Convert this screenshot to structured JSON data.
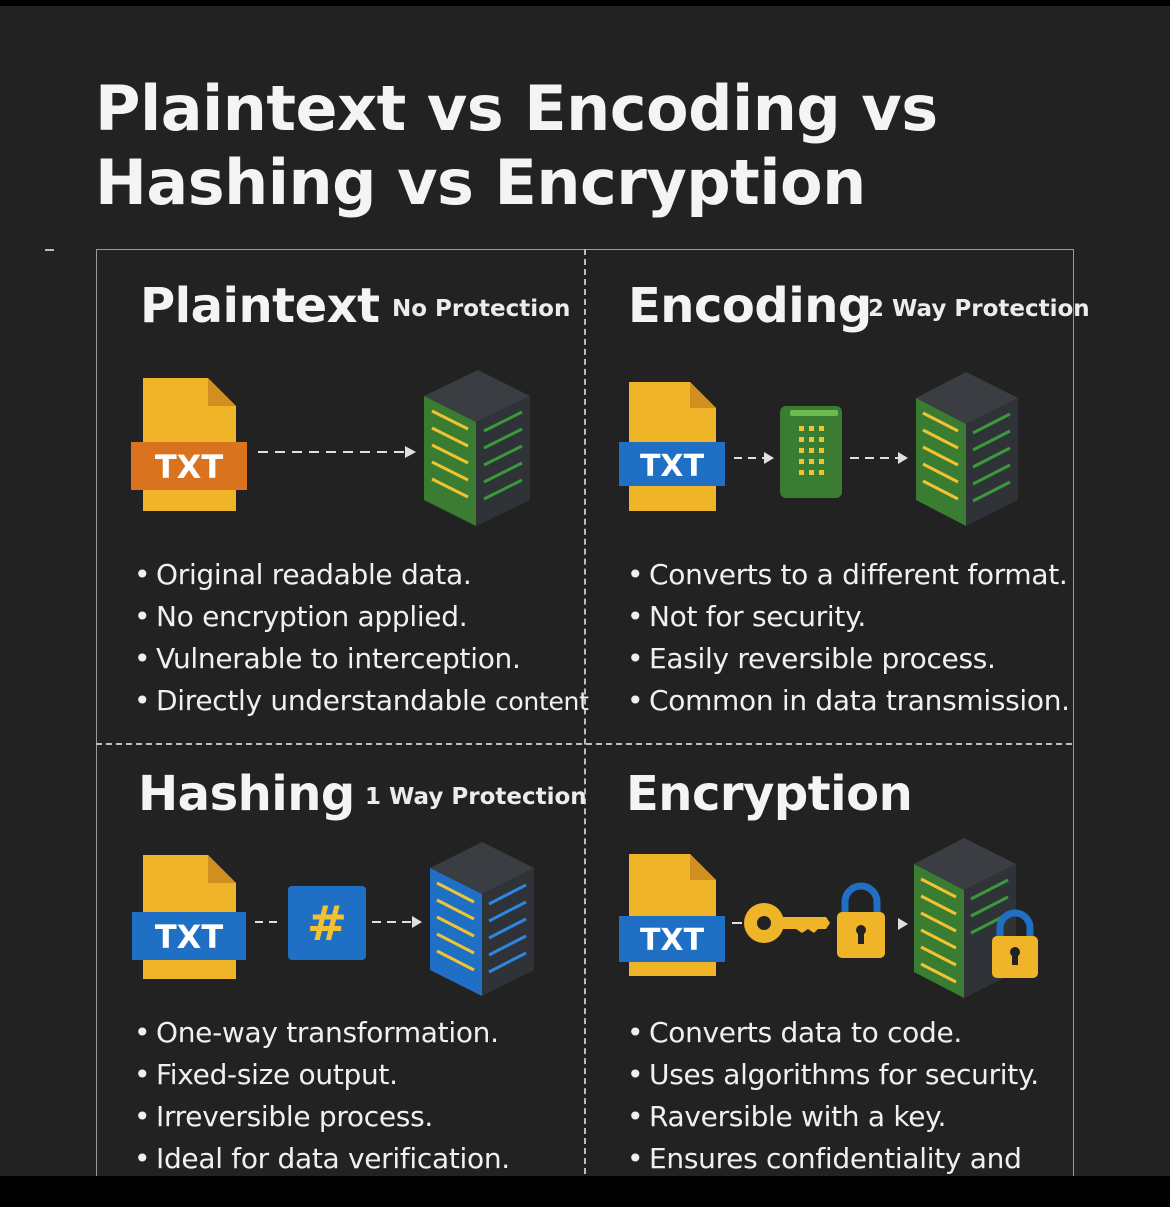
{
  "title": {
    "line1": "Plaintext vs Encoding vs",
    "line2": "Hashing vs Encryption"
  },
  "panels": [
    {
      "name": "Plaintext",
      "tag": "No Protection",
      "file_label": "TXT",
      "icons": [
        "txt-file-icon",
        "dashed-arrow-icon",
        "server-icon"
      ],
      "bullets": [
        "Original readable data.",
        "No encryption applied.",
        "Vulnerable to interception.",
        "Directly understandable "
      ],
      "bullet_tail": "content"
    },
    {
      "name": "Encoding",
      "tag": "2 Way Protection",
      "file_label": "TXT",
      "icons": [
        "txt-file-icon",
        "dashed-arrow-icon",
        "phone-icon",
        "dashed-arrow-icon",
        "server-icon"
      ],
      "bullets": [
        "Converts to a different format.",
        "Not for security.",
        "Easily reversible process.",
        "Common in data transmission."
      ]
    },
    {
      "name": "Hashing",
      "tag": "1 Way Protection",
      "file_label": "TXT",
      "hash_symbol": "#",
      "icons": [
        "txt-file-icon",
        "dashed-arrow-icon",
        "hash-icon",
        "dashed-arrow-icon",
        "server-icon"
      ],
      "bullets": [
        "One-way transformation.",
        "Fixed-size output.",
        "Irreversible process.",
        "Ideal for data verification."
      ]
    },
    {
      "name": "Encryption",
      "tag": "",
      "file_label": "TXT",
      "icons": [
        "txt-file-icon",
        "key-icon",
        "padlock-icon",
        "server-icon",
        "padlock-icon"
      ],
      "bullets": [
        "Converts data to code.",
        "Uses algorithms for security.",
        "Raversible with a key.",
        "Ensures confidentiality and"
      ]
    }
  ],
  "colors": {
    "background": "#222222",
    "file_yellow": "#f0b429",
    "file_fold": "#d08f1f",
    "label_orange": "#d9731f",
    "label_blue": "#1f6fc4",
    "server_green": "#3a7d32",
    "server_blue": "#1f6fc4",
    "server_top": "#3a3d42",
    "stripe_yellow": "#f2c233"
  }
}
